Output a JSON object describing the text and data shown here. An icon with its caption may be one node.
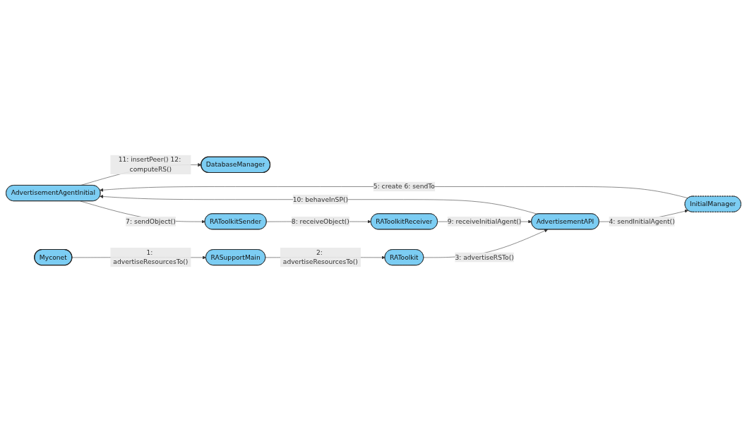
{
  "diagram": {
    "nodes": [
      {
        "text": [
          "DatabaseManager"
        ]
      },
      {
        "text": [
          "AdvertisementAgentInitial"
        ]
      },
      {
        "text": [
          "Myconet"
        ]
      },
      {
        "text": [
          "RAToolkitSender"
        ]
      },
      {
        "text": [
          "RAToolkitReceiver"
        ]
      },
      {
        "text": [
          "AdvertisementAPI"
        ]
      },
      {
        "text": [
          "InitialManager"
        ]
      },
      {
        "text": [
          "RASupportMain"
        ]
      },
      {
        "text": [
          "RAToolkit"
        ]
      }
    ],
    "edges": [
      {
        "from": 2,
        "to": 7,
        "arrow": "to",
        "label": "1: advertiseResourcesTo()"
      },
      {
        "from": 7,
        "to": 8,
        "arrow": "to",
        "label": "2: advertiseResourcesTo()"
      },
      {
        "from": 8,
        "to": 5,
        "arrow": "to",
        "label": "3: advertiseRSTo()"
      },
      {
        "from": 5,
        "to": 6,
        "arrow": "to",
        "label": "4: sendInitialAgent()"
      },
      {
        "from": 6,
        "to": 1,
        "arrow": "to",
        "label": "5: create 6: sendTo"
      },
      {
        "from": 1,
        "to": 3,
        "arrow": "to",
        "label": "7: sendObject()"
      },
      {
        "from": 3,
        "to": 4,
        "arrow": "to",
        "label": "8: receiveObject()"
      },
      {
        "from": 4,
        "to": 5,
        "arrow": "to",
        "label": "9: receiveInitialAgent()"
      },
      {
        "from": 5,
        "to": 1,
        "arrow": "to",
        "label": "10: behaveInSP()"
      },
      {
        "from": 1,
        "to": 0,
        "arrow": "to",
        "label": "11: insertPeer() 12: computeRS()"
      }
    ]
  }
}
